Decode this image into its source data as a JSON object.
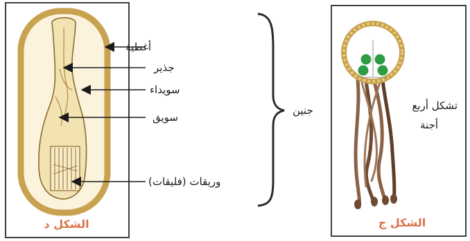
{
  "panel_d": {
    "caption": "الشكل د",
    "labels": {
      "coverings": "أغطية",
      "radicle": "جذير",
      "hypocotyl": "سويداء",
      "stem": "سويق",
      "leaves": "وريقات (فليقات)"
    }
  },
  "middle": {
    "embryo_label": "جنين"
  },
  "panel_c": {
    "caption": "الشكل ج",
    "label_line1": "تشكل أربع",
    "label_line2": "أجنة"
  },
  "colors": {
    "frame": "#2a2a2a",
    "coat": "#c9a24f",
    "coat_inner": "#e6cf87",
    "embryo_fill": "#f3e3b2",
    "embryo_stroke": "#8a6a2e",
    "suspensor": "#8a6246",
    "suspensor_dark": "#5c3e2a",
    "green": "#2e9c45",
    "caption": "#d9734a"
  }
}
